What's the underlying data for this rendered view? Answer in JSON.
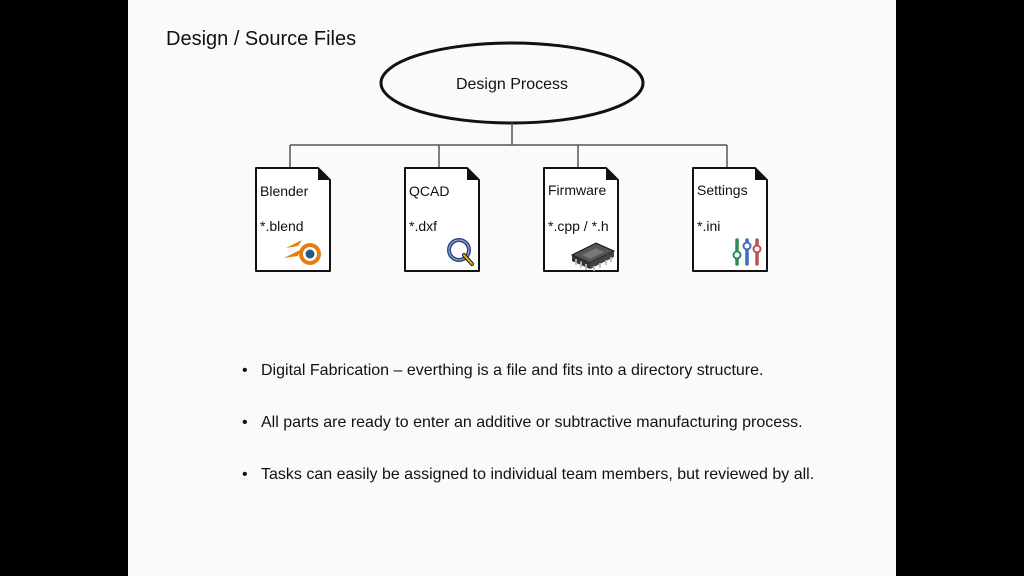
{
  "title": "Design / Source Files",
  "root": {
    "label": "Design Process"
  },
  "files": [
    {
      "name": "Blender",
      "ext": "*.blend",
      "icon": "blender-icon"
    },
    {
      "name": "QCAD",
      "ext": "*.dxf",
      "icon": "qcad-icon"
    },
    {
      "name": "Firmware",
      "ext": "*.cpp / *.h",
      "icon": "chip-icon"
    },
    {
      "name": "Settings",
      "ext": "*.ini",
      "icon": "sliders-icon"
    }
  ],
  "bullets": [
    "Digital Fabrication – everthing is a file and fits into a directory structure.",
    "All parts are ready to enter an additive or subtractive manufacturing process.",
    "Tasks can easily be assigned to individual team members, but reviewed by all."
  ],
  "colors": {
    "background": "#000000",
    "slide": "#fafafa",
    "text": "#111111",
    "blender_orange": "#e87d0d",
    "blender_blue": "#265787"
  }
}
